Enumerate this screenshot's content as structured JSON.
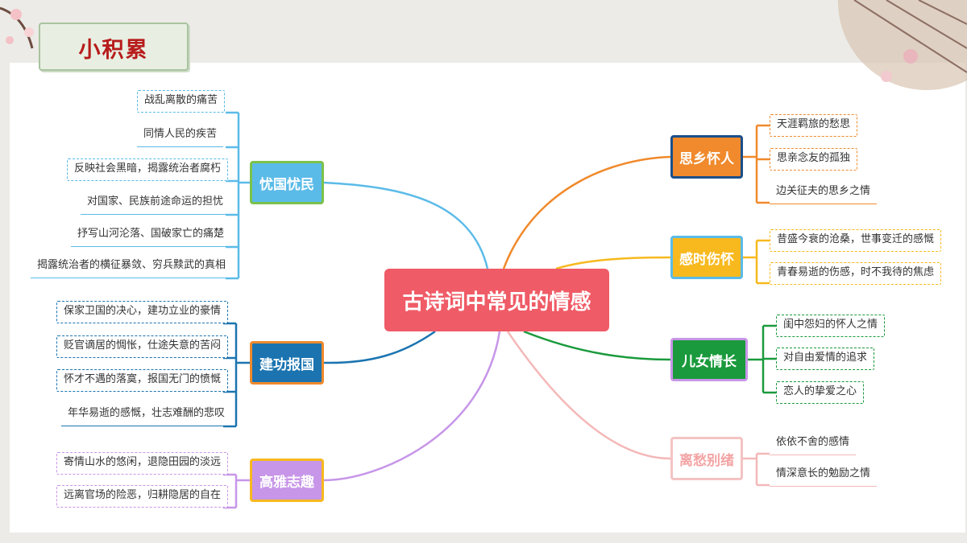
{
  "header": {
    "title": "小积累"
  },
  "center": {
    "label": "古诗词中常见的情感"
  },
  "branches": [
    {
      "key": "youguo",
      "label": "忧国忧民",
      "color": "#5bbbe8",
      "leaves": [
        "战乱离散的痛苦",
        "同情人民的疾苦",
        "反映社会黑暗，揭露统治者腐朽",
        "对国家、民族前途命运的担忧",
        "抒写山河沦落、国破家亡的痛楚",
        "揭露统治者的横征暴敛、穷兵黩武的真相"
      ]
    },
    {
      "key": "jiangong",
      "label": "建功报国",
      "color": "#1b74b0",
      "leaves": [
        "保家卫国的决心，建功立业的豪情",
        "贬官谪居的惆怅，仕途失意的苦闷",
        "怀才不遇的落寞，报国无门的愤慨",
        "年华易逝的感慨，壮志难酬的悲叹"
      ]
    },
    {
      "key": "gaoya",
      "label": "高雅志趣",
      "color": "#c796e8",
      "leaves": [
        "寄情山水的悠闲，退隐田园的淡远",
        "远离官场的险恶，归耕隐居的自在"
      ]
    },
    {
      "key": "sixiang",
      "label": "思乡怀人",
      "color": "#f08a2c",
      "leaves": [
        "天涯羁旅的愁思",
        "思亲念友的孤独",
        "边关征夫的思乡之情"
      ]
    },
    {
      "key": "ganshi",
      "label": "感时伤怀",
      "color": "#f7b91e",
      "leaves": [
        "昔盛今衰的沧桑，世事变迁的感慨",
        "青春易逝的伤感，时不我待的焦虑"
      ]
    },
    {
      "key": "ernv",
      "label": "儿女情长",
      "color": "#1a9a3c",
      "leaves": [
        "闺中怨妇的怀人之情",
        "对自由爱情的追求",
        "恋人的挚爱之心"
      ]
    },
    {
      "key": "lichou",
      "label": "离愁别绪",
      "color": "#f4b8b8",
      "leaves": [
        "依依不舍的感情",
        "情深意长的勉励之情"
      ]
    }
  ]
}
